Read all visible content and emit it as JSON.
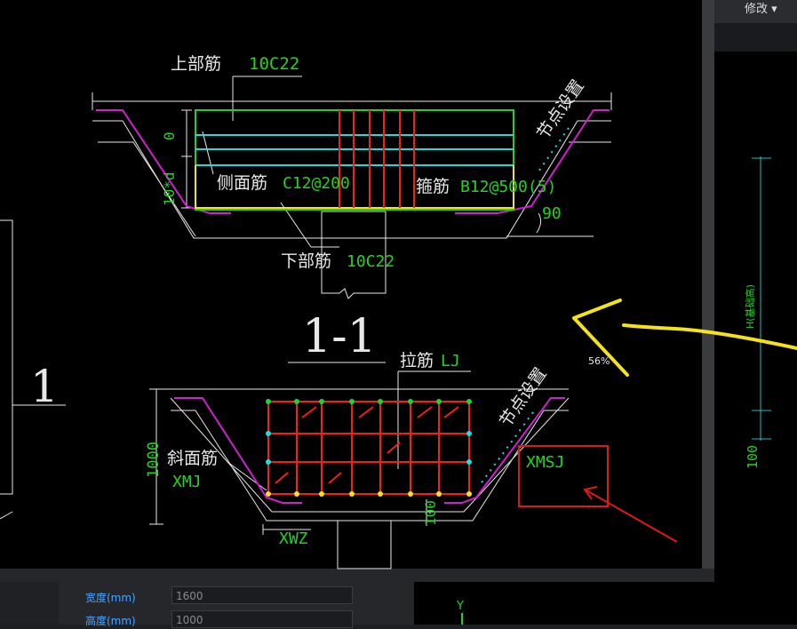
{
  "menu": {
    "modify_label": "修改 ▾"
  },
  "drawing": {
    "top": {
      "upper_bar_label": "上部筋",
      "upper_bar_value": "10C22",
      "side_bar_label": "侧面筋",
      "side_bar_value": "C12@200",
      "stirrup_label": "箍筋",
      "stirrup_value": "B12@500(5)",
      "lower_bar_label": "下部筋",
      "lower_bar_value": "10C22",
      "node_setting": "节点设置",
      "dim_zero": "0",
      "dim_10d": "10*d",
      "angle": "90"
    },
    "section_title": "1-1",
    "side_numeral": "1",
    "bottom": {
      "tie_label": "拉筋",
      "tie_value": "LJ",
      "slope_label": "斜面筋",
      "slope_value": "XMJ",
      "node_setting": "节点设置",
      "dim_1000": "1000",
      "dim_100": "100",
      "xwz": "XWZ",
      "xmsj": "XMSJ"
    },
    "zoom": "56%",
    "right_dim_100": "100",
    "right_dim_h": "H(基础高)",
    "axis_y": "Y"
  },
  "properties": {
    "width_label": "宽度(mm)",
    "width_value": "1600",
    "height_label": "高度(mm)",
    "height_value": "1000"
  },
  "colors": {
    "green": "#22d422",
    "cyan": "#19e0e0",
    "red": "#ff1a1a",
    "yellow": "#f2e61a",
    "magenta": "#d21ed2",
    "white": "#e8e8e8",
    "annotation_yellow": "#f5e21a",
    "annotation_red": "#e01818"
  }
}
